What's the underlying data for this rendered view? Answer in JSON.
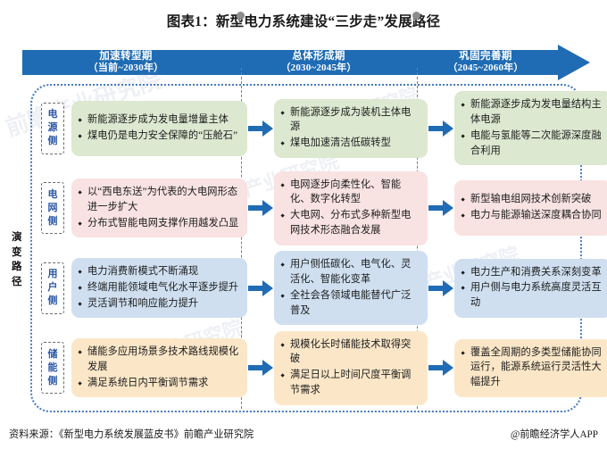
{
  "title": "图表1：新型电力系统建设“三步走”发展路径",
  "axis_caption": "演变路径",
  "phases": [
    {
      "name": "加速转型期",
      "range": "（当前~2030年）"
    },
    {
      "name": "总体形成期",
      "range": "（2030~2045年）"
    },
    {
      "name": "巩固完善期",
      "range": "（2045~2060年）"
    }
  ],
  "rows": [
    {
      "tag": "电源侧",
      "color": "#dce8d0",
      "cells": [
        {
          "bullets": [
            "新能源逐步成为发电量增量主体",
            "煤电仍是电力安全保障的“压舱石”"
          ]
        },
        {
          "bullets": [
            "新能源逐步成为装机主体电源",
            "煤电加速清洁低碳转型"
          ]
        },
        {
          "bullets": [
            "新能源逐步成为发电量结构主体电源",
            "电能与氢能等二次能源深度融合利用"
          ]
        }
      ]
    },
    {
      "tag": "电网侧",
      "color": "#f8e2e2",
      "cells": [
        {
          "bullets": [
            "以“西电东送”为代表的大电网形态进一步扩大",
            "分布式智能电网支撑作用越发凸显"
          ]
        },
        {
          "bullets": [
            "电网逐步向柔性化、智能化、数字化转型",
            "大电网、分布式多种新型电网技术形态融合发展"
          ]
        },
        {
          "bullets": [
            "新型输电组网技术创新突破",
            "电力与能源输送深度耦合协同"
          ]
        }
      ]
    },
    {
      "tag": "用户侧",
      "color": "#cfdff0",
      "cells": [
        {
          "bullets": [
            "电力消费新模式不断涌现",
            "终端用能领域电气化水平逐步提升",
            "灵活调节和响应能力提升"
          ]
        },
        {
          "bullets": [
            "用户侧低碳化、电气化、灵活化、智能化变革",
            "全社会各领域电能替代广泛普及"
          ]
        },
        {
          "bullets": [
            "电力生产和消费关系深刻变革",
            "用户侧与电力系统高度灵活互动"
          ]
        }
      ]
    },
    {
      "tag": "储能侧",
      "color": "#fbe7c8",
      "cells": [
        {
          "bullets": [
            "储能多应用场景多技术路线规模化发展",
            "满足系统日内平衡调节需求"
          ]
        },
        {
          "bullets": [
            "规模化长时储能技术取得突破",
            "满足日以上时间尺度平衡调节需求"
          ]
        },
        {
          "bullets": [
            "覆盖全周期的多类型储能协同运行，能源系统运行灵活性大幅提升"
          ]
        }
      ]
    }
  ],
  "footer": {
    "source": "资料来源：《新型电力系统发展蓝皮书》前瞻产业研究院",
    "brand": "@前瞻经济学人APP"
  },
  "watermark": "前瞻产业研究院",
  "colors": {
    "band": "#1f6cb4",
    "arrow": "#1f6cb4",
    "frame_border": "#4579c0",
    "tag_text": "#2b57a6",
    "divider": "#7d7d7d",
    "pin": "#8d8d8d"
  }
}
